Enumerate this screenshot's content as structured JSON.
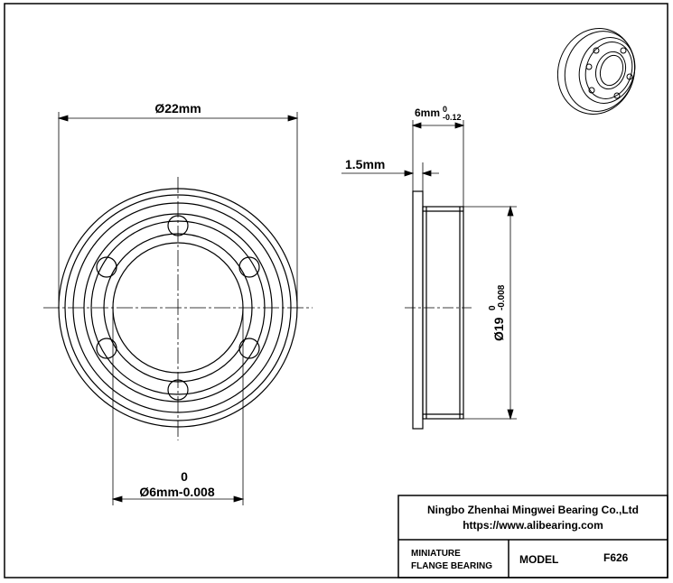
{
  "front_view": {
    "outer_diameter_label": "Ø22mm",
    "bore_tolerance_upper": "0",
    "bore_label": "Ø6mm-0.008"
  },
  "side_view": {
    "width_label": "6mm",
    "width_tol_upper": "0",
    "width_tol_lower": "-0.12",
    "flange_thickness_label": "1.5mm",
    "flange_diameter_label": "Ø19",
    "flange_tol_upper": "0",
    "flange_tol_lower": "-0.008"
  },
  "title_block": {
    "company": "Ningbo Zhenhai Mingwei Bearing Co.,Ltd",
    "website": "https://www.alibearing.com",
    "description_line1": "MINIATURE",
    "description_line2": "FLANGE  BEARING",
    "model_label": "MODEL",
    "model_value": "F626"
  },
  "colors": {
    "line": "#000000",
    "background": "#ffffff"
  }
}
